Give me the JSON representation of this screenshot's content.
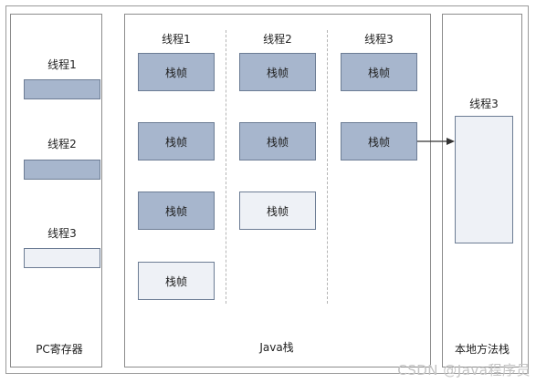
{
  "pc_register": {
    "threads": [
      "线程1",
      "线程2",
      "线程3"
    ],
    "title": "PC寄存器"
  },
  "java_stack": {
    "columns": [
      {
        "name": "线程1",
        "frames": [
          "栈帧",
          "栈帧",
          "栈帧",
          "栈帧"
        ]
      },
      {
        "name": "线程2",
        "frames": [
          "栈帧",
          "栈帧",
          "栈帧"
        ]
      },
      {
        "name": "线程3",
        "frames": [
          "栈帧",
          "栈帧"
        ]
      }
    ],
    "title": "Java栈"
  },
  "native_stack": {
    "thread": "线程3",
    "title": "本地方法栈"
  },
  "watermark": "CSDN @Java程序员"
}
